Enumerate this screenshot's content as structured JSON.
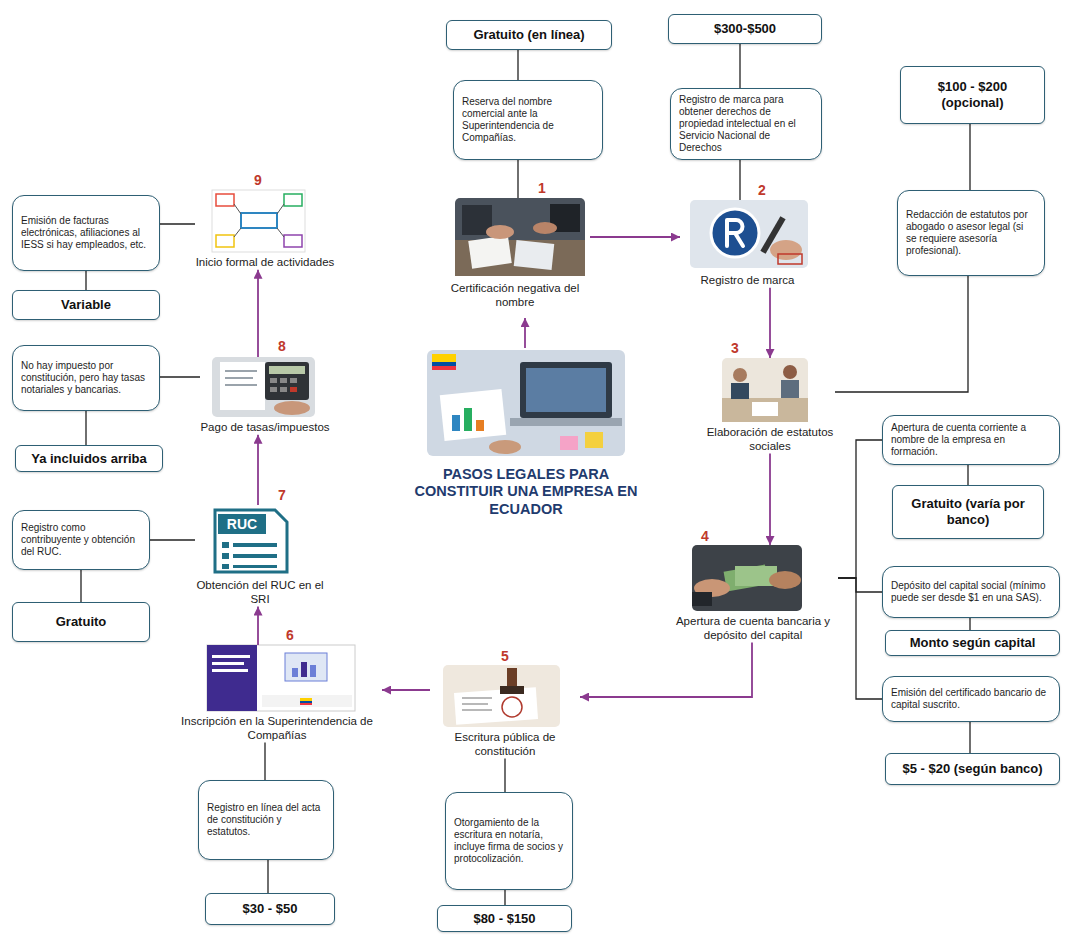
{
  "diagram": {
    "title": "PASOS LEGALES PARA CONSTITUIR UNA EMPRESA EN ECUADOR",
    "nodes": [
      {
        "text": [
          "Certificación negativa del nombre"
        ]
      },
      {
        "text": [
          "Reserva del nombre comercial ante la Superintendencia de Compañías."
        ]
      },
      {
        "text": [
          "Gratuito (en línea)"
        ]
      },
      {
        "text": [
          "Registro de marca"
        ]
      },
      {
        "text": [
          "Registro de marca para obtener derechos de propiedad intelectual en el Servicio Nacional de Derechos"
        ]
      },
      {
        "text": [
          "$300-$500"
        ]
      },
      {
        "text": [
          "Elaboración de estatutos sociales"
        ]
      },
      {
        "text": [
          "Redacción de estatutos por abogado o asesor legal (si se requiere asesoría profesional)."
        ]
      },
      {
        "text": [
          "$100 - $200 (opcional)"
        ]
      },
      {
        "text": [
          "Apertura de cuenta bancaria y depósito del capital"
        ]
      },
      {
        "text": [
          "Apertura de cuenta corriente a nombre de la empresa en formación."
        ]
      },
      {
        "text": [
          "Gratuito (varía por banco)"
        ]
      },
      {
        "text": [
          "Depósito del capital social (mínimo puede ser desde $1 en una SAS)."
        ]
      },
      {
        "text": [
          "Monto según capital"
        ]
      },
      {
        "text": [
          "Emisión del certificado bancario de capital suscrito."
        ]
      },
      {
        "text": [
          "$5 - $20 (según banco)"
        ]
      },
      {
        "text": [
          "Escritura pública de constitución"
        ]
      },
      {
        "text": [
          "Otorgamiento de la escritura en notaría, incluye firma de socios y protocolización."
        ]
      },
      {
        "text": [
          "$80 - $150"
        ]
      },
      {
        "text": [
          "Inscripción en la Superintendencia de Compañías"
        ]
      },
      {
        "text": [
          "Registro en línea del acta de constitución y estatutos."
        ]
      },
      {
        "text": [
          "$30 - $50"
        ]
      },
      {
        "text": [
          "Obtención del RUC en el SRI"
        ]
      },
      {
        "text": [
          "Registro como contribuyente y obtención del RUC."
        ]
      },
      {
        "text": [
          "Gratuito"
        ]
      },
      {
        "text": [
          "Pago de tasas/impuestos"
        ]
      },
      {
        "text": [
          "No hay impuesto por constitución, pero hay tasas notariales y bancarias."
        ]
      },
      {
        "text": [
          "Ya incluidos arriba"
        ]
      },
      {
        "text": [
          "Inicio formal de actividades"
        ]
      },
      {
        "text": [
          "Emisión de facturas electrónicas, afiliaciones al IESS si hay empleados, etc."
        ]
      },
      {
        "text": [
          "Variable"
        ]
      }
    ],
    "edges": [
      {
        "from": 0,
        "to": 3,
        "arrow": "to"
      },
      {
        "from": 3,
        "to": 6,
        "arrow": "to"
      },
      {
        "from": 6,
        "to": 9,
        "arrow": "to"
      },
      {
        "from": 9,
        "to": 16,
        "arrow": "to"
      },
      {
        "from": 16,
        "to": 19,
        "arrow": "to"
      },
      {
        "from": 19,
        "to": 22,
        "arrow": "to"
      },
      {
        "from": 22,
        "to": 25,
        "arrow": "to"
      },
      {
        "from": 25,
        "to": 28,
        "arrow": "to"
      },
      {
        "from": 0,
        "to": 1,
        "arrow": "none"
      },
      {
        "from": 1,
        "to": 2,
        "arrow": "none"
      },
      {
        "from": 3,
        "to": 4,
        "arrow": "none"
      },
      {
        "from": 4,
        "to": 5,
        "arrow": "none"
      },
      {
        "from": 6,
        "to": 7,
        "arrow": "none"
      },
      {
        "from": 7,
        "to": 8,
        "arrow": "none"
      },
      {
        "from": 9,
        "to": 10,
        "arrow": "none"
      },
      {
        "from": 10,
        "to": 11,
        "arrow": "none"
      },
      {
        "from": 9,
        "to": 12,
        "arrow": "none"
      },
      {
        "from": 12,
        "to": 13,
        "arrow": "none"
      },
      {
        "from": 9,
        "to": 14,
        "arrow": "none"
      },
      {
        "from": 14,
        "to": 15,
        "arrow": "none"
      },
      {
        "from": 16,
        "to": 17,
        "arrow": "none"
      },
      {
        "from": 17,
        "to": 18,
        "arrow": "none"
      },
      {
        "from": 19,
        "to": 20,
        "arrow": "none"
      },
      {
        "from": 20,
        "to": 21,
        "arrow": "none"
      },
      {
        "from": 22,
        "to": 23,
        "arrow": "none"
      },
      {
        "from": 23,
        "to": 24,
        "arrow": "none"
      },
      {
        "from": 25,
        "to": 26,
        "arrow": "none"
      },
      {
        "from": 26,
        "to": 27,
        "arrow": "none"
      },
      {
        "from": 28,
        "to": 29,
        "arrow": "none"
      },
      {
        "from": 29,
        "to": 30,
        "arrow": "none"
      }
    ],
    "labels": [
      "1",
      "2",
      "3",
      "4",
      "5",
      "6",
      "7",
      "8",
      "9",
      "RUC"
    ]
  }
}
